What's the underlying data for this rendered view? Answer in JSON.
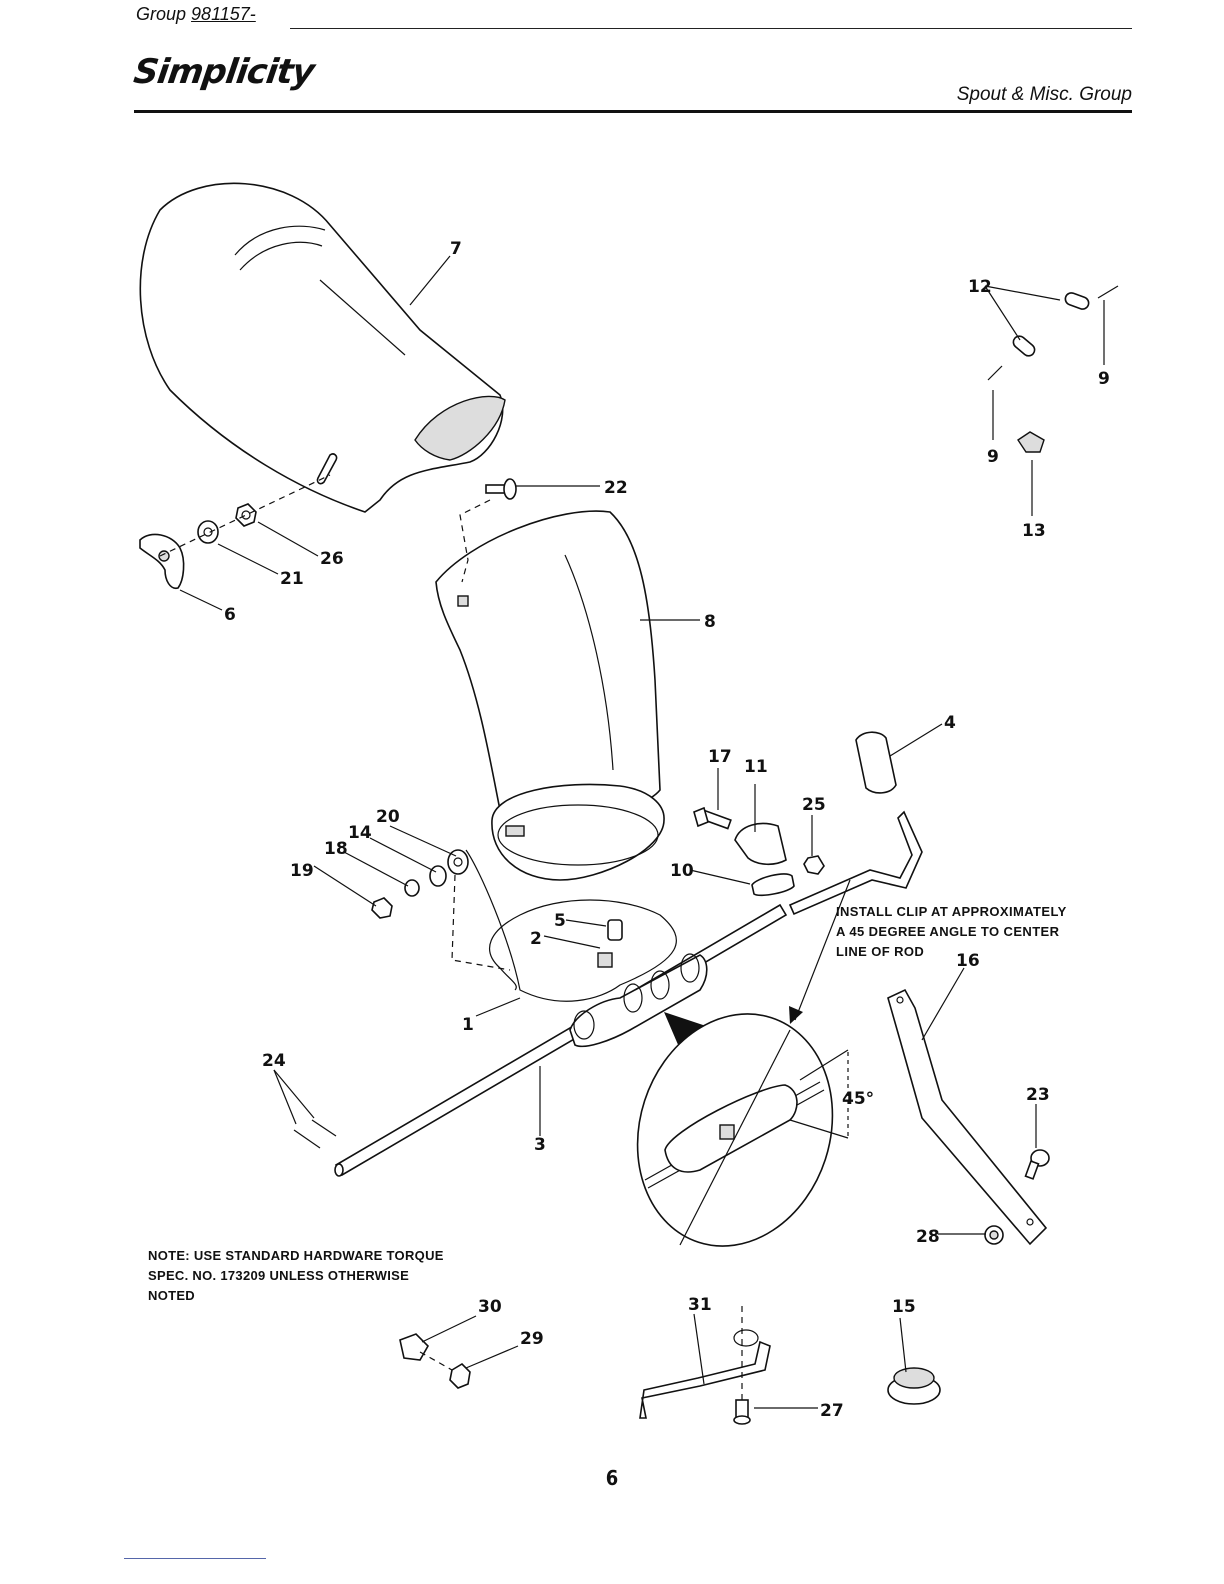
{
  "header": {
    "group_prefix": "Group",
    "group_number": "981157-",
    "brand": "Simplicity",
    "section_title": "Spout & Misc. Group"
  },
  "callouts": {
    "c1": "1",
    "c2": "2",
    "c3": "3",
    "c4": "4",
    "c5": "5",
    "c6": "6",
    "c7": "7",
    "c8": "8",
    "c9a": "9",
    "c9b": "9",
    "c10": "10",
    "c11": "11",
    "c12": "12",
    "c13": "13",
    "c14": "14",
    "c15": "15",
    "c16": "16",
    "c17": "17",
    "c18": "18",
    "c19": "19",
    "c20": "20",
    "c21": "21",
    "c22": "22",
    "c23": "23",
    "c24": "24",
    "c25": "25",
    "c26": "26",
    "c27": "27",
    "c28": "28",
    "c29": "29",
    "c30": "30",
    "c31": "31"
  },
  "angle_label": "45°",
  "instruction": {
    "line1": "INSTALL CLIP AT APPROXIMATELY",
    "line2": "A 45 DEGREE ANGLE TO CENTER",
    "line3": "LINE OF ROD"
  },
  "note": "NOTE:  USE STANDARD HARDWARE TORQUE SPEC. NO. 173209 UNLESS OTHERWISE NOTED",
  "page_number": "6"
}
